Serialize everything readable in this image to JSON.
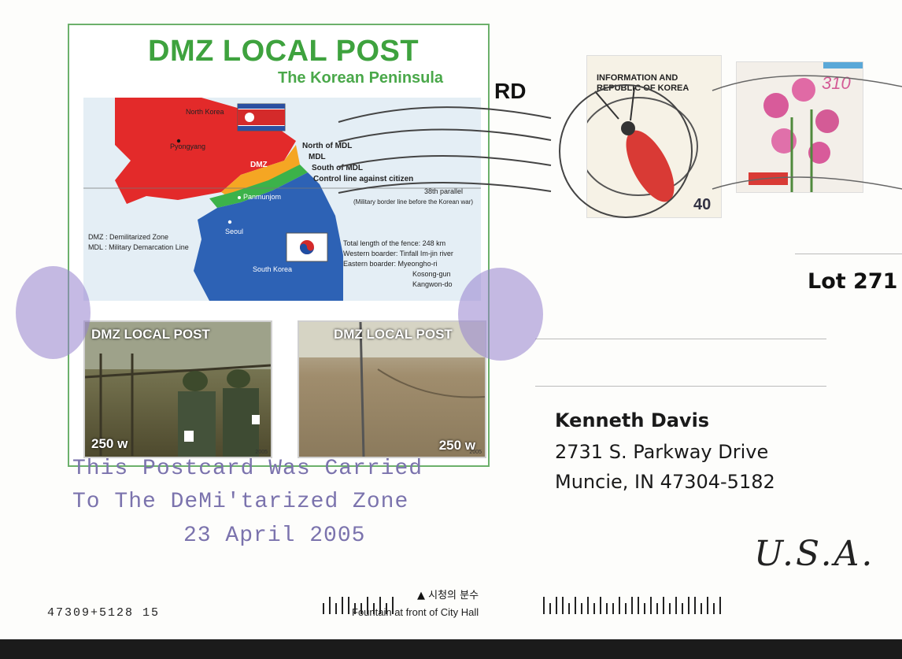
{
  "sheet": {
    "title": "DMZ LOCAL POST",
    "subtitle": "The Korean Peninsula",
    "map_labels": {
      "north_korea": "North Korea",
      "pyongyang": "Pyongyang",
      "dmz": "DMZ",
      "north_of_mdl": "North of MDL",
      "mdl": "MDL",
      "south_of_mdl": "South of MDL",
      "control_line": "Control line against citizen",
      "parallel": "38th parallel",
      "military_border": "(Military border line before the Korean war)",
      "panmunjom": "Panmunjom",
      "seoul": "Seoul",
      "south_korea": "South Korea",
      "legend_dmz": "DMZ : Demilitarized Zone",
      "legend_mdl": "MDL : Military Demarcation Line",
      "fence_total": "Total length of the fence: 248 km",
      "fence_west": "Western boarder: Tinfall Im-jin river",
      "fence_east": "Eastern boarder: Myeongho-ri",
      "fence_east2": "Kosong-gun",
      "fence_east3": "Kangwon-do"
    },
    "stamp_left": {
      "label": "DMZ LOCAL POST",
      "value": "250 w",
      "year": "2005"
    },
    "stamp_right": {
      "label": "DMZ LOCAL POST",
      "value": "250 w",
      "year": "2005"
    }
  },
  "cachet": {
    "line1": "This Postcard Was Carried",
    "line2": "To The DeMi'tarized Zone",
    "line3": "23 April 2005"
  },
  "address": {
    "name": "Kenneth Davis",
    "street": "2731 S. Parkway Drive",
    "city": "Muncie, IN 47304-5182",
    "country": "U.S.A."
  },
  "lot": "Lot 271",
  "partial_word": "RD",
  "postage": {
    "stamp1_text": "INFORMATION AND REPUBLIC OF KOREA",
    "stamp1_value": "40",
    "stamp2_value": "310"
  },
  "bottom": {
    "code": "47309+5128 15",
    "korean_caption": "▲ 시청의 분수",
    "english_caption": "Fountain at front of City Hall"
  },
  "colors": {
    "sheet_green": "#3ea23e",
    "cachet_purple": "#7b73ad",
    "north_red": "#e32a2a",
    "south_blue": "#2d62b5"
  }
}
